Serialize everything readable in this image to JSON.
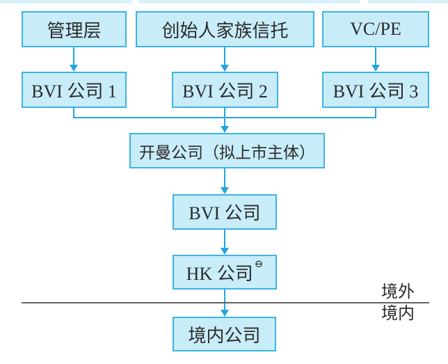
{
  "boxes": {
    "management": "管理层",
    "family_trust": "创始人家族信托",
    "vc_pe": "VC/PE",
    "bvi_1": "BVI 公司 1",
    "bvi_2": "BVI 公司 2",
    "bvi_3": "BVI 公司 3",
    "cayman": "开曼公司（拟上市主体）",
    "bvi_mid": "BVI 公司",
    "hk": "HK 公司",
    "hk_footnote_marker": "⊖",
    "domestic": "境内公司"
  },
  "region_labels": {
    "offshore": "境外",
    "onshore": "境内"
  },
  "colors": {
    "box_fill": "#c8ecf8",
    "box_border": "#3cb4e2",
    "arrow": "#24a5dc",
    "divider_line": "#636363",
    "text": "#2b2b2b"
  }
}
